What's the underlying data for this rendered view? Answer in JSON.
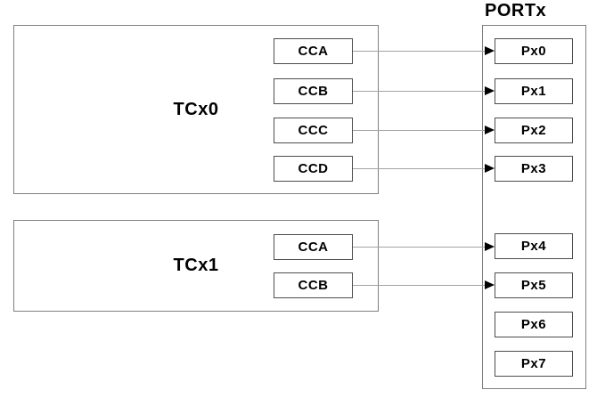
{
  "diagram": {
    "description": "Timer/counter compare channel output to port pin mapping",
    "colors": {
      "background": "#ffffff",
      "outer_border": "#7f7f7f",
      "inner_border": "#4d4d4d",
      "wire": "#a3a3a3",
      "arrowhead": "#000000",
      "text": "#000000"
    },
    "blocks": [
      {
        "id": "tcx0",
        "label": "TCx0",
        "channels": [
          "CCA",
          "CCB",
          "CCC",
          "CCD"
        ]
      },
      {
        "id": "tcx1",
        "label": "TCx1",
        "channels": [
          "CCA",
          "CCB"
        ]
      }
    ],
    "port": {
      "label": "PORTx",
      "pins": [
        "Px0",
        "Px1",
        "Px2",
        "Px3",
        "Px4",
        "Px5",
        "Px6",
        "Px7"
      ]
    },
    "connections": [
      {
        "from": "TCx0.CCA",
        "to": "Px0"
      },
      {
        "from": "TCx0.CCB",
        "to": "Px1"
      },
      {
        "from": "TCx0.CCC",
        "to": "Px2"
      },
      {
        "from": "TCx0.CCD",
        "to": "Px3"
      },
      {
        "from": "TCx1.CCA",
        "to": "Px4"
      },
      {
        "from": "TCx1.CCB",
        "to": "Px5"
      }
    ]
  }
}
